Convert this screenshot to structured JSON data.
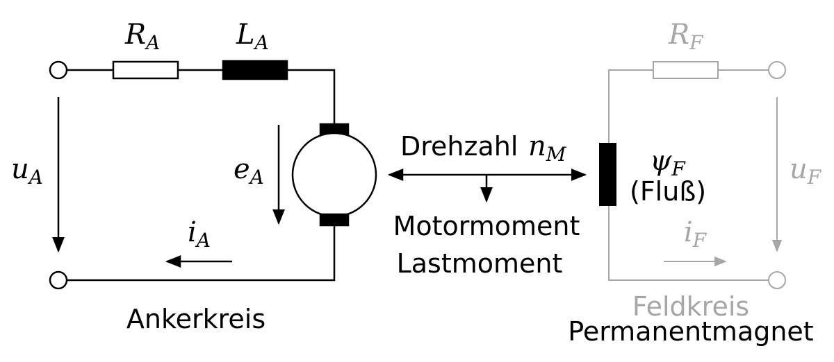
{
  "armature_circuit": {
    "resistor": {
      "symbol": "R",
      "subscript": "A"
    },
    "inductor": {
      "symbol": "L",
      "subscript": "A"
    },
    "voltage": {
      "symbol": "u",
      "subscript": "A"
    },
    "back_emf": {
      "symbol": "e",
      "subscript": "A"
    },
    "current": {
      "symbol": "i",
      "subscript": "A"
    },
    "caption": "Ankerkreis"
  },
  "coupling": {
    "speed_label": "Drehzahl",
    "speed_symbol": {
      "symbol": "n",
      "subscript": "M"
    },
    "torque_labels": [
      "Motormoment",
      "Lastmoment"
    ]
  },
  "field_circuit": {
    "flux_symbol": {
      "symbol": "ψ",
      "subscript": "F"
    },
    "flux_label": "(Fluß)",
    "resistor": {
      "symbol": "R",
      "subscript": "F"
    },
    "voltage": {
      "symbol": "u",
      "subscript": "F"
    },
    "current": {
      "symbol": "i",
      "subscript": "F"
    },
    "caption_field": "Feldkreis",
    "caption_magnet": "Permanentmagnet"
  },
  "colors": {
    "main": "#000000",
    "inactive": "#a6a6a6"
  }
}
